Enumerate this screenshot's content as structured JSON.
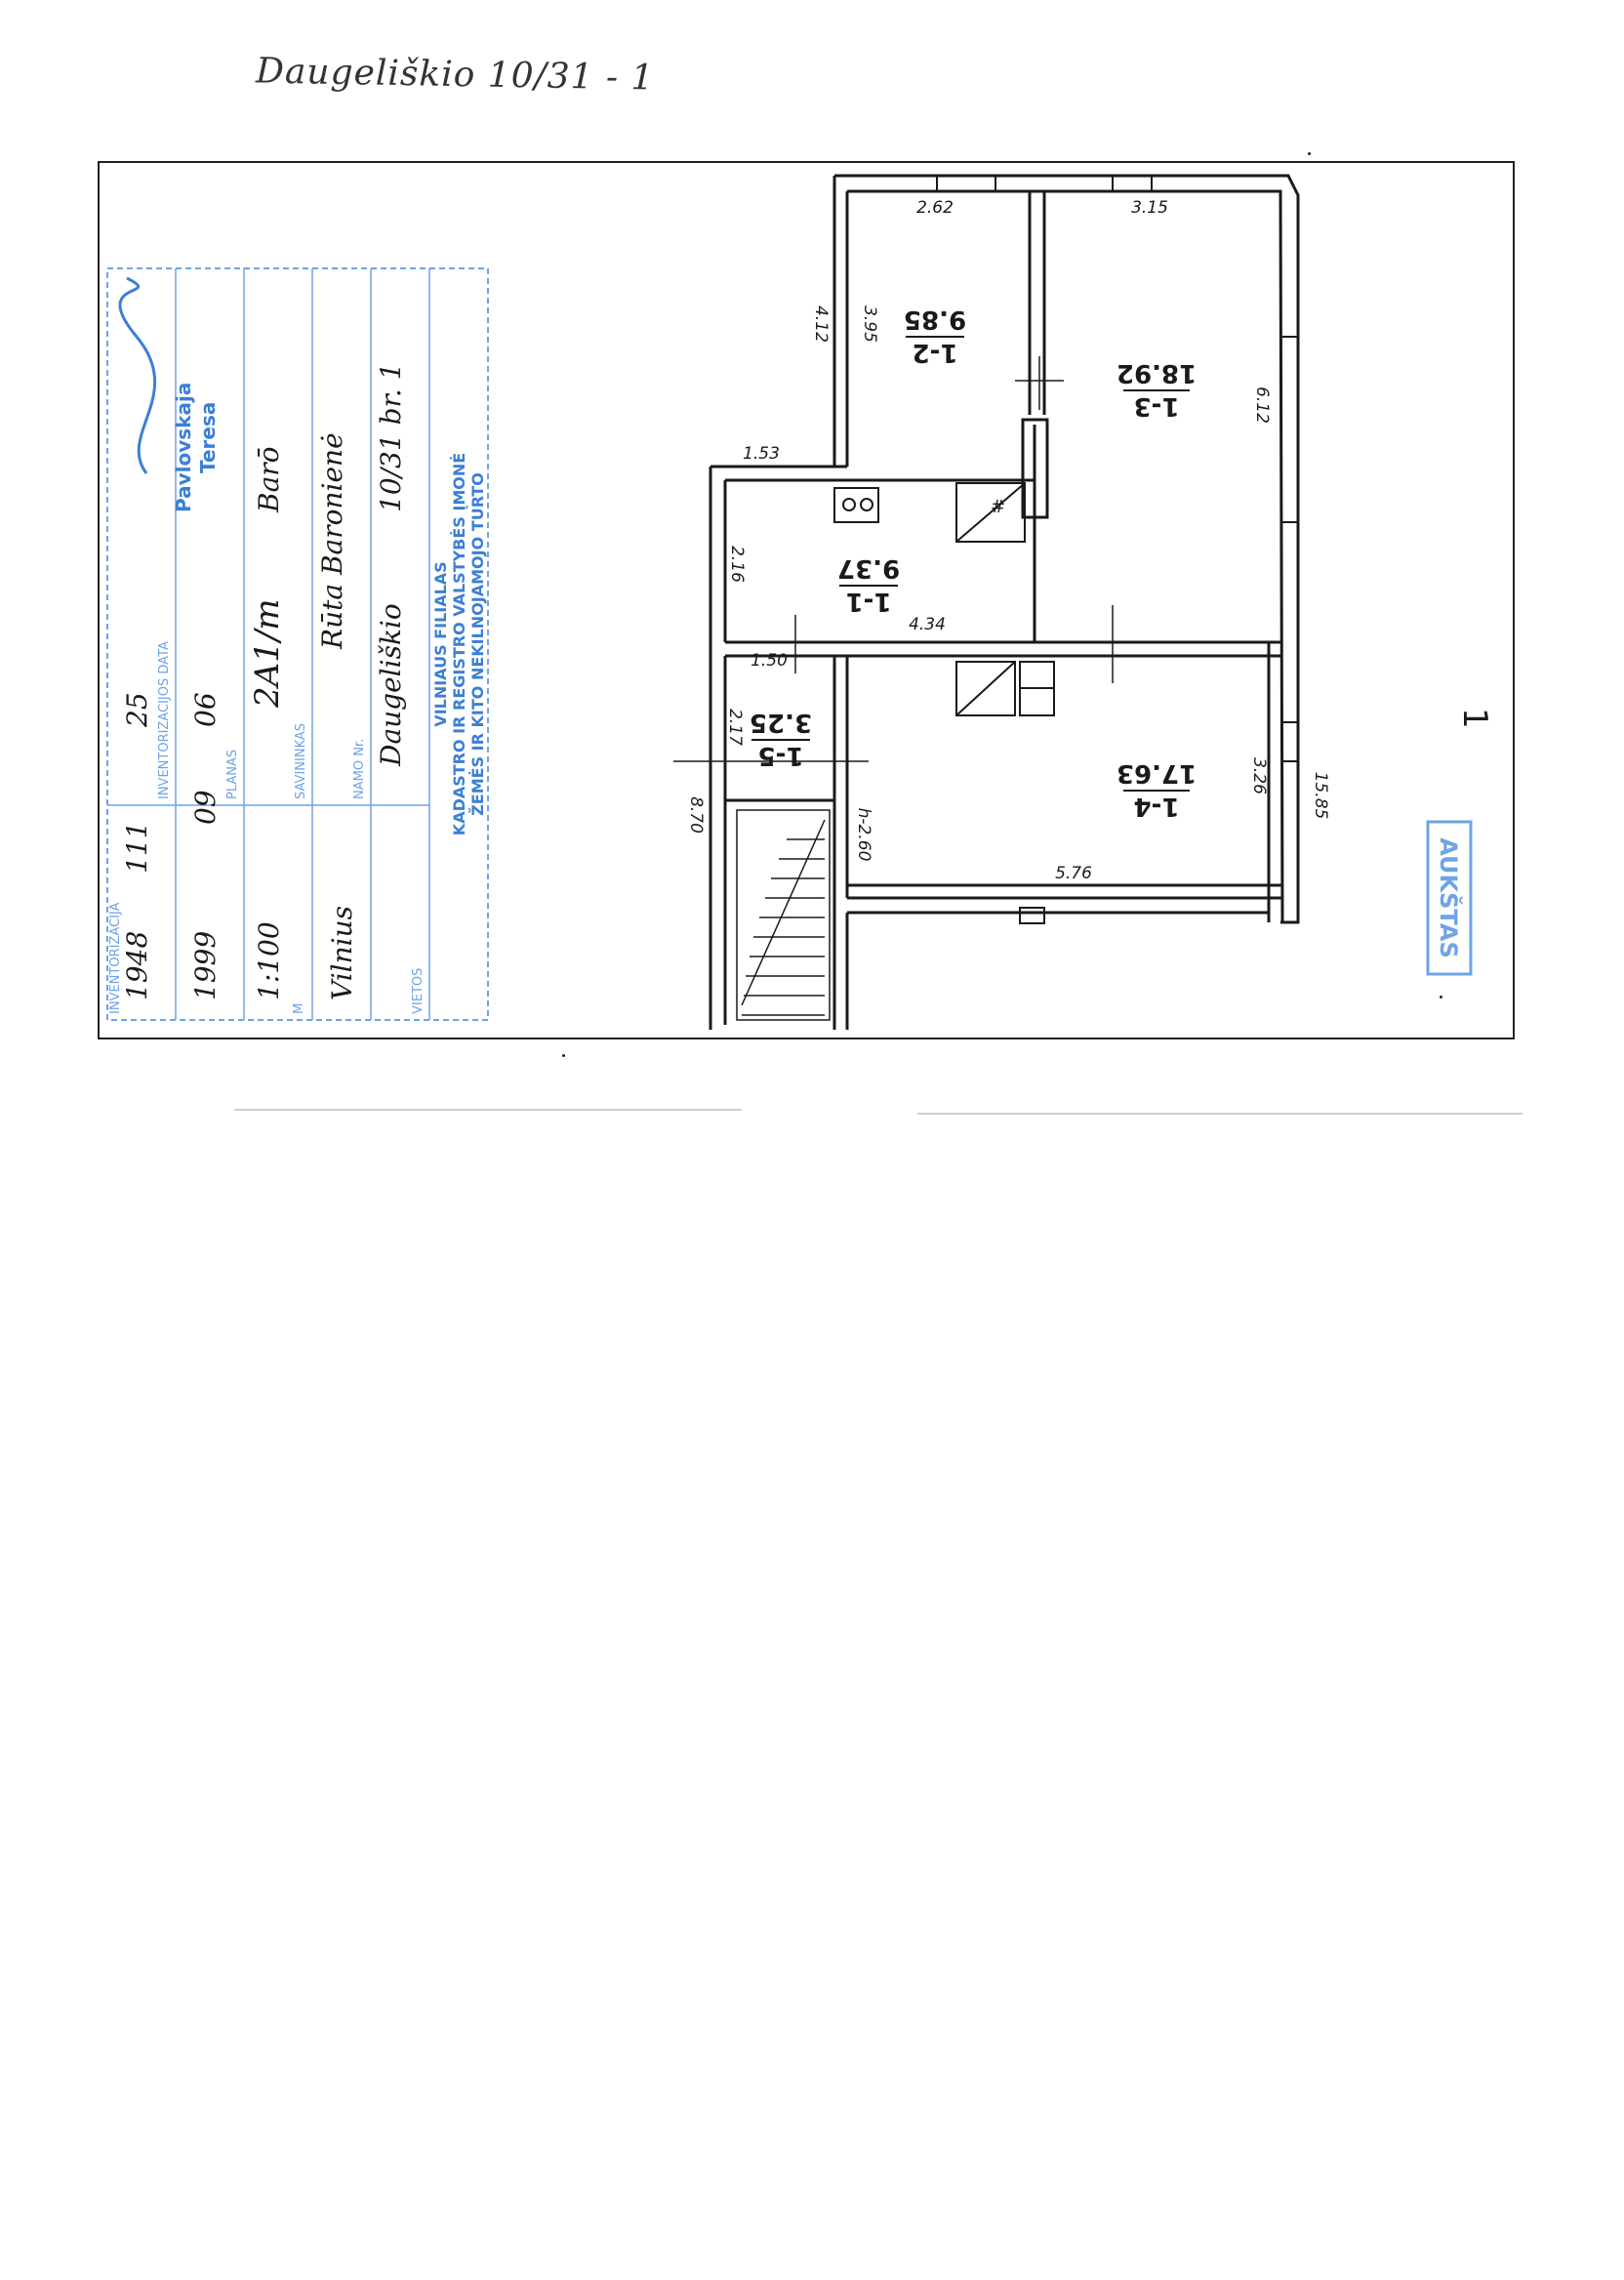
{
  "header_handwriting": "Daugeliškio 10/31 - 1",
  "rooms": [
    {
      "id": "1-1",
      "area": "9.37"
    },
    {
      "id": "1-2",
      "area": "9.85"
    },
    {
      "id": "1-3",
      "area": "18.92"
    },
    {
      "id": "1-4",
      "area": "17.63"
    },
    {
      "id": "1-5",
      "area": "3.25"
    }
  ],
  "dimensions": {
    "d_262": "2.62",
    "d_315": "3.15",
    "d_412": "4.12",
    "d_395": "3.95",
    "d_612": "6.12",
    "d_153": "1.53",
    "d_216": "2.16",
    "d_434": "4.34",
    "d_150": "1.50",
    "d_217": "2.17",
    "d_870": "8.70",
    "d_326": "3.26",
    "d_1585": "15.85",
    "d_576": "5.76",
    "d_h260": "h-2.60"
  },
  "floor_stamp": "AUKŠTAS",
  "floor_number": "1",
  "stamp": {
    "org_line1": "ŽEMĖS IR KITO NEKILNOJAMOJO TURTO",
    "org_line2": "KADASTRO IR REGISTRO VALSTYBĖS ĮMONĖ",
    "org_line3": "VILNIAUS FILIALAS",
    "street_label": "VIETOS",
    "street_value": "Daugeliškio",
    "number_label": "NAMO Nr.",
    "number_value": "10/31 br. 1",
    "owner_label": "SAVININKAS",
    "owner_value": "Rūta Baronienė",
    "city_value": "Vilnius",
    "scale_label": "M",
    "scale_value": "1:100",
    "plan_code": "2A1/m",
    "plan_label": "PLANAS",
    "extra_value": "Barō",
    "year": "1999",
    "month": "09",
    "day": "06",
    "date_line_label": "INVENTORIZACIJOS DATA",
    "clerk_first": "Teresa",
    "clerk_last": "Pavlovskaja",
    "bottom_year": "1948",
    "bottom_num": "111",
    "bottom_day": "25",
    "bottom_label": "INVENTORIZACIJA"
  },
  "colors": {
    "ink": "#1a1a1a",
    "stamp_blue": "#3b7fd6",
    "stamp_blue_light": "#6ea3e6"
  }
}
